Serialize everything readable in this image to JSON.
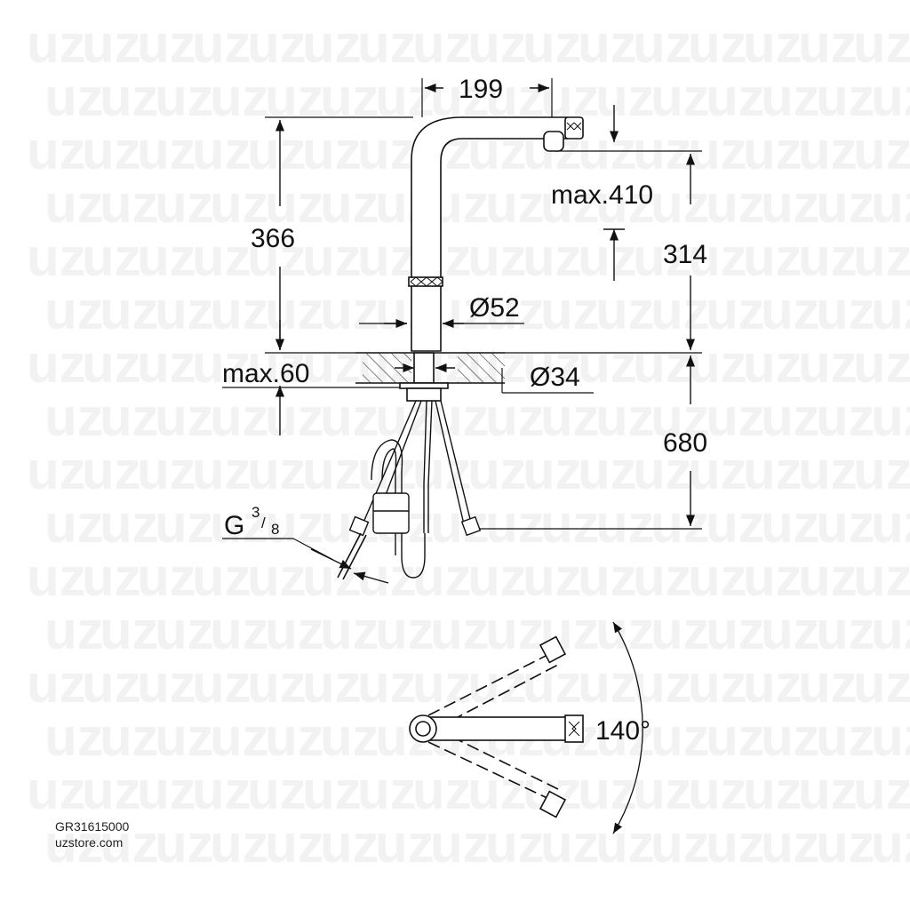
{
  "watermark": "uz",
  "dimensions": {
    "spout_reach": "199",
    "body_height": "366",
    "max_spout_height": "max.410",
    "spout_height": "314",
    "body_diameter": "Ø52",
    "max_thickness": "max.60",
    "hole_diameter": "Ø34",
    "hose_length": "680",
    "thread_main": "G",
    "thread_num": "3",
    "thread_den": "8",
    "swivel_angle": "140°"
  },
  "caption": {
    "code": "GR31615000",
    "site": "uzstore.com"
  }
}
